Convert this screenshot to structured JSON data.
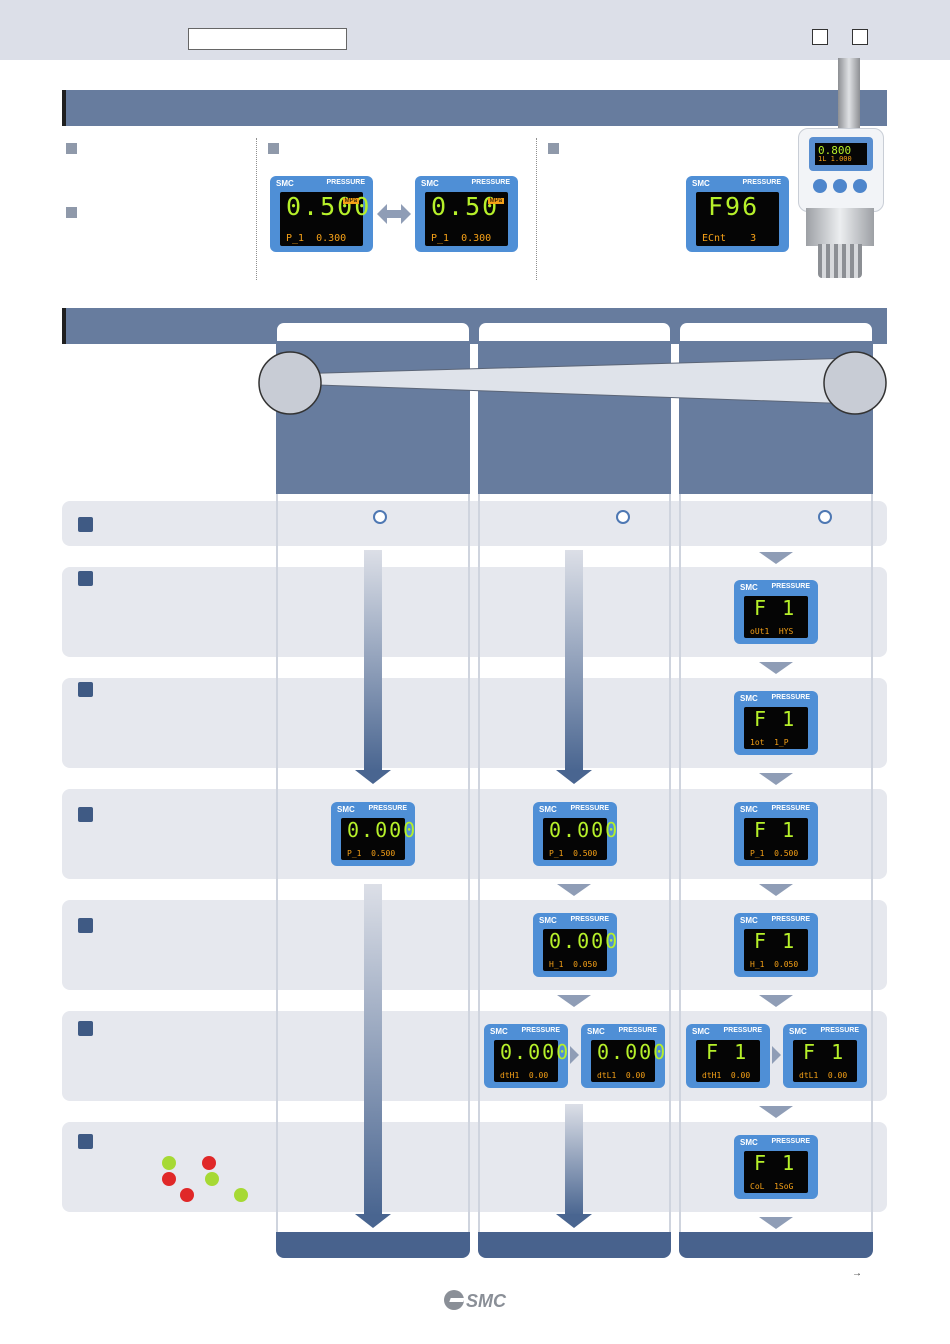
{
  "logo": {
    "text": "SMC"
  },
  "displays": {
    "feature1_a": {
      "brand": "SMC",
      "label": "PRESSURE",
      "main": "0.500",
      "sub": "P_1  0.300",
      "unit": "MPa"
    },
    "feature1_b": {
      "brand": "SMC",
      "label": "PRESSURE",
      "main": "0.50",
      "sub": "P_1  0.300",
      "unit": "MPa"
    },
    "feature3": {
      "brand": "SMC",
      "label": "PRESSURE",
      "main": "F96",
      "sub": "ECnt    3"
    },
    "product": {
      "main": "0.800",
      "sub": "1L 1.000"
    },
    "c3r2": {
      "brand": "SMC",
      "label": "PRESSURE",
      "main": "F 1",
      "sub": "oUt1  HYS"
    },
    "c3r3": {
      "brand": "SMC",
      "label": "PRESSURE",
      "main": "F 1",
      "sub": "1ot  1_P"
    },
    "c1r4": {
      "brand": "SMC",
      "label": "PRESSURE",
      "main": "0.000",
      "sub": "P_1  0.500"
    },
    "c2r4": {
      "brand": "SMC",
      "label": "PRESSURE",
      "main": "0.000",
      "sub": "P_1  0.500"
    },
    "c3r4": {
      "brand": "SMC",
      "label": "PRESSURE",
      "main": "F 1",
      "sub": "P_1  0.500"
    },
    "c2r5": {
      "brand": "SMC",
      "label": "PRESSURE",
      "main": "0.000",
      "sub": "H_1  0.050"
    },
    "c3r5": {
      "brand": "SMC",
      "label": "PRESSURE",
      "main": "F 1",
      "sub": "H_1  0.050"
    },
    "c2r6a": {
      "brand": "SMC",
      "label": "PRESSURE",
      "main": "0.000",
      "sub": "dtH1  0.00"
    },
    "c2r6b": {
      "brand": "SMC",
      "label": "PRESSURE",
      "main": "0.000",
      "sub": "dtL1  0.00"
    },
    "c3r6a": {
      "brand": "SMC",
      "label": "PRESSURE",
      "main": "F 1",
      "sub": "dtH1  0.00"
    },
    "c3r6b": {
      "brand": "SMC",
      "label": "PRESSURE",
      "main": "F 1",
      "sub": "dtL1  0.00"
    },
    "c3r7": {
      "brand": "SMC",
      "label": "PRESSURE",
      "main": "F 1",
      "sub": "CoL  1SoG"
    }
  },
  "footer": {
    "page_arrow": "→"
  },
  "colors": {
    "band": "#677c9e",
    "accent": "#48628d",
    "lcd_green": "#b6f02a",
    "lcd_orange": "#f5a017"
  },
  "leds": [
    "green",
    "red",
    "red",
    "green",
    "red",
    "green"
  ]
}
